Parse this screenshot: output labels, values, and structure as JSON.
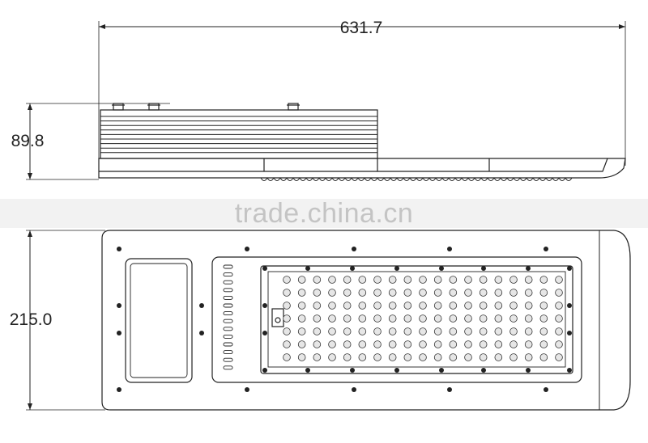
{
  "dimensions": {
    "length": "631.7",
    "height": "89.8",
    "width": "215.0"
  },
  "watermark": "trade.china.cn",
  "led_grid": {
    "rows": 7,
    "cols": 19
  }
}
